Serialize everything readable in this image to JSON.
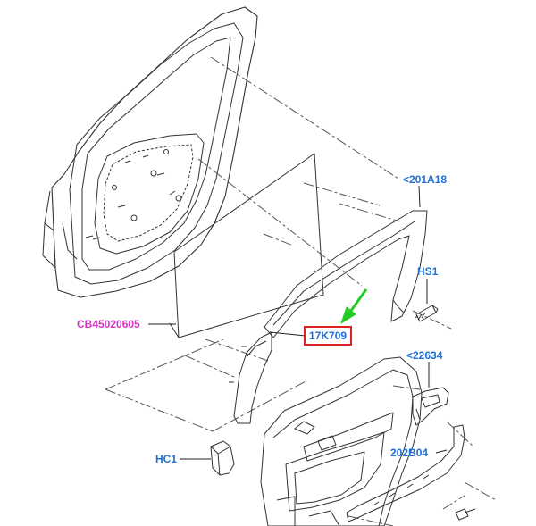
{
  "colors": {
    "callout_blue": "#1f6fd6",
    "callout_magenta": "#d633c8",
    "highlight_box": "#e02020",
    "highlight_arrow": "#22cc22",
    "line_art": "#333333"
  },
  "callouts": {
    "run_channel": "<201A18",
    "screw": "HS1",
    "glass": "CB45020605",
    "moulding": "17K709",
    "handle": "<22634",
    "clip": "HC1",
    "trim_strip": "202B04"
  },
  "highlighted_part": "17K709"
}
